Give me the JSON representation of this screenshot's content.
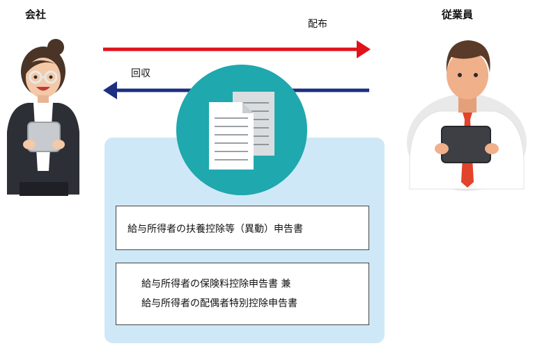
{
  "labels": {
    "company": "会社",
    "employee": "従業員",
    "distribute": "配布",
    "collect": "回収"
  },
  "documents": {
    "doc1": "給与所得者の扶養控除等（異動）申告書",
    "doc2_line1": "給与所得者の保険料控除申告書 兼",
    "doc2_line2": "給与所得者の配偶者特別控除申告書"
  },
  "colors": {
    "distribute_arrow": "#e0121a",
    "collect_arrow": "#1c2f80",
    "circle": "#1fa8ad",
    "panel": "#cfe8f7"
  },
  "icons": {
    "center": "documents-icon",
    "left": "company-woman-with-tablet",
    "right": "employee-man-with-tablet"
  }
}
